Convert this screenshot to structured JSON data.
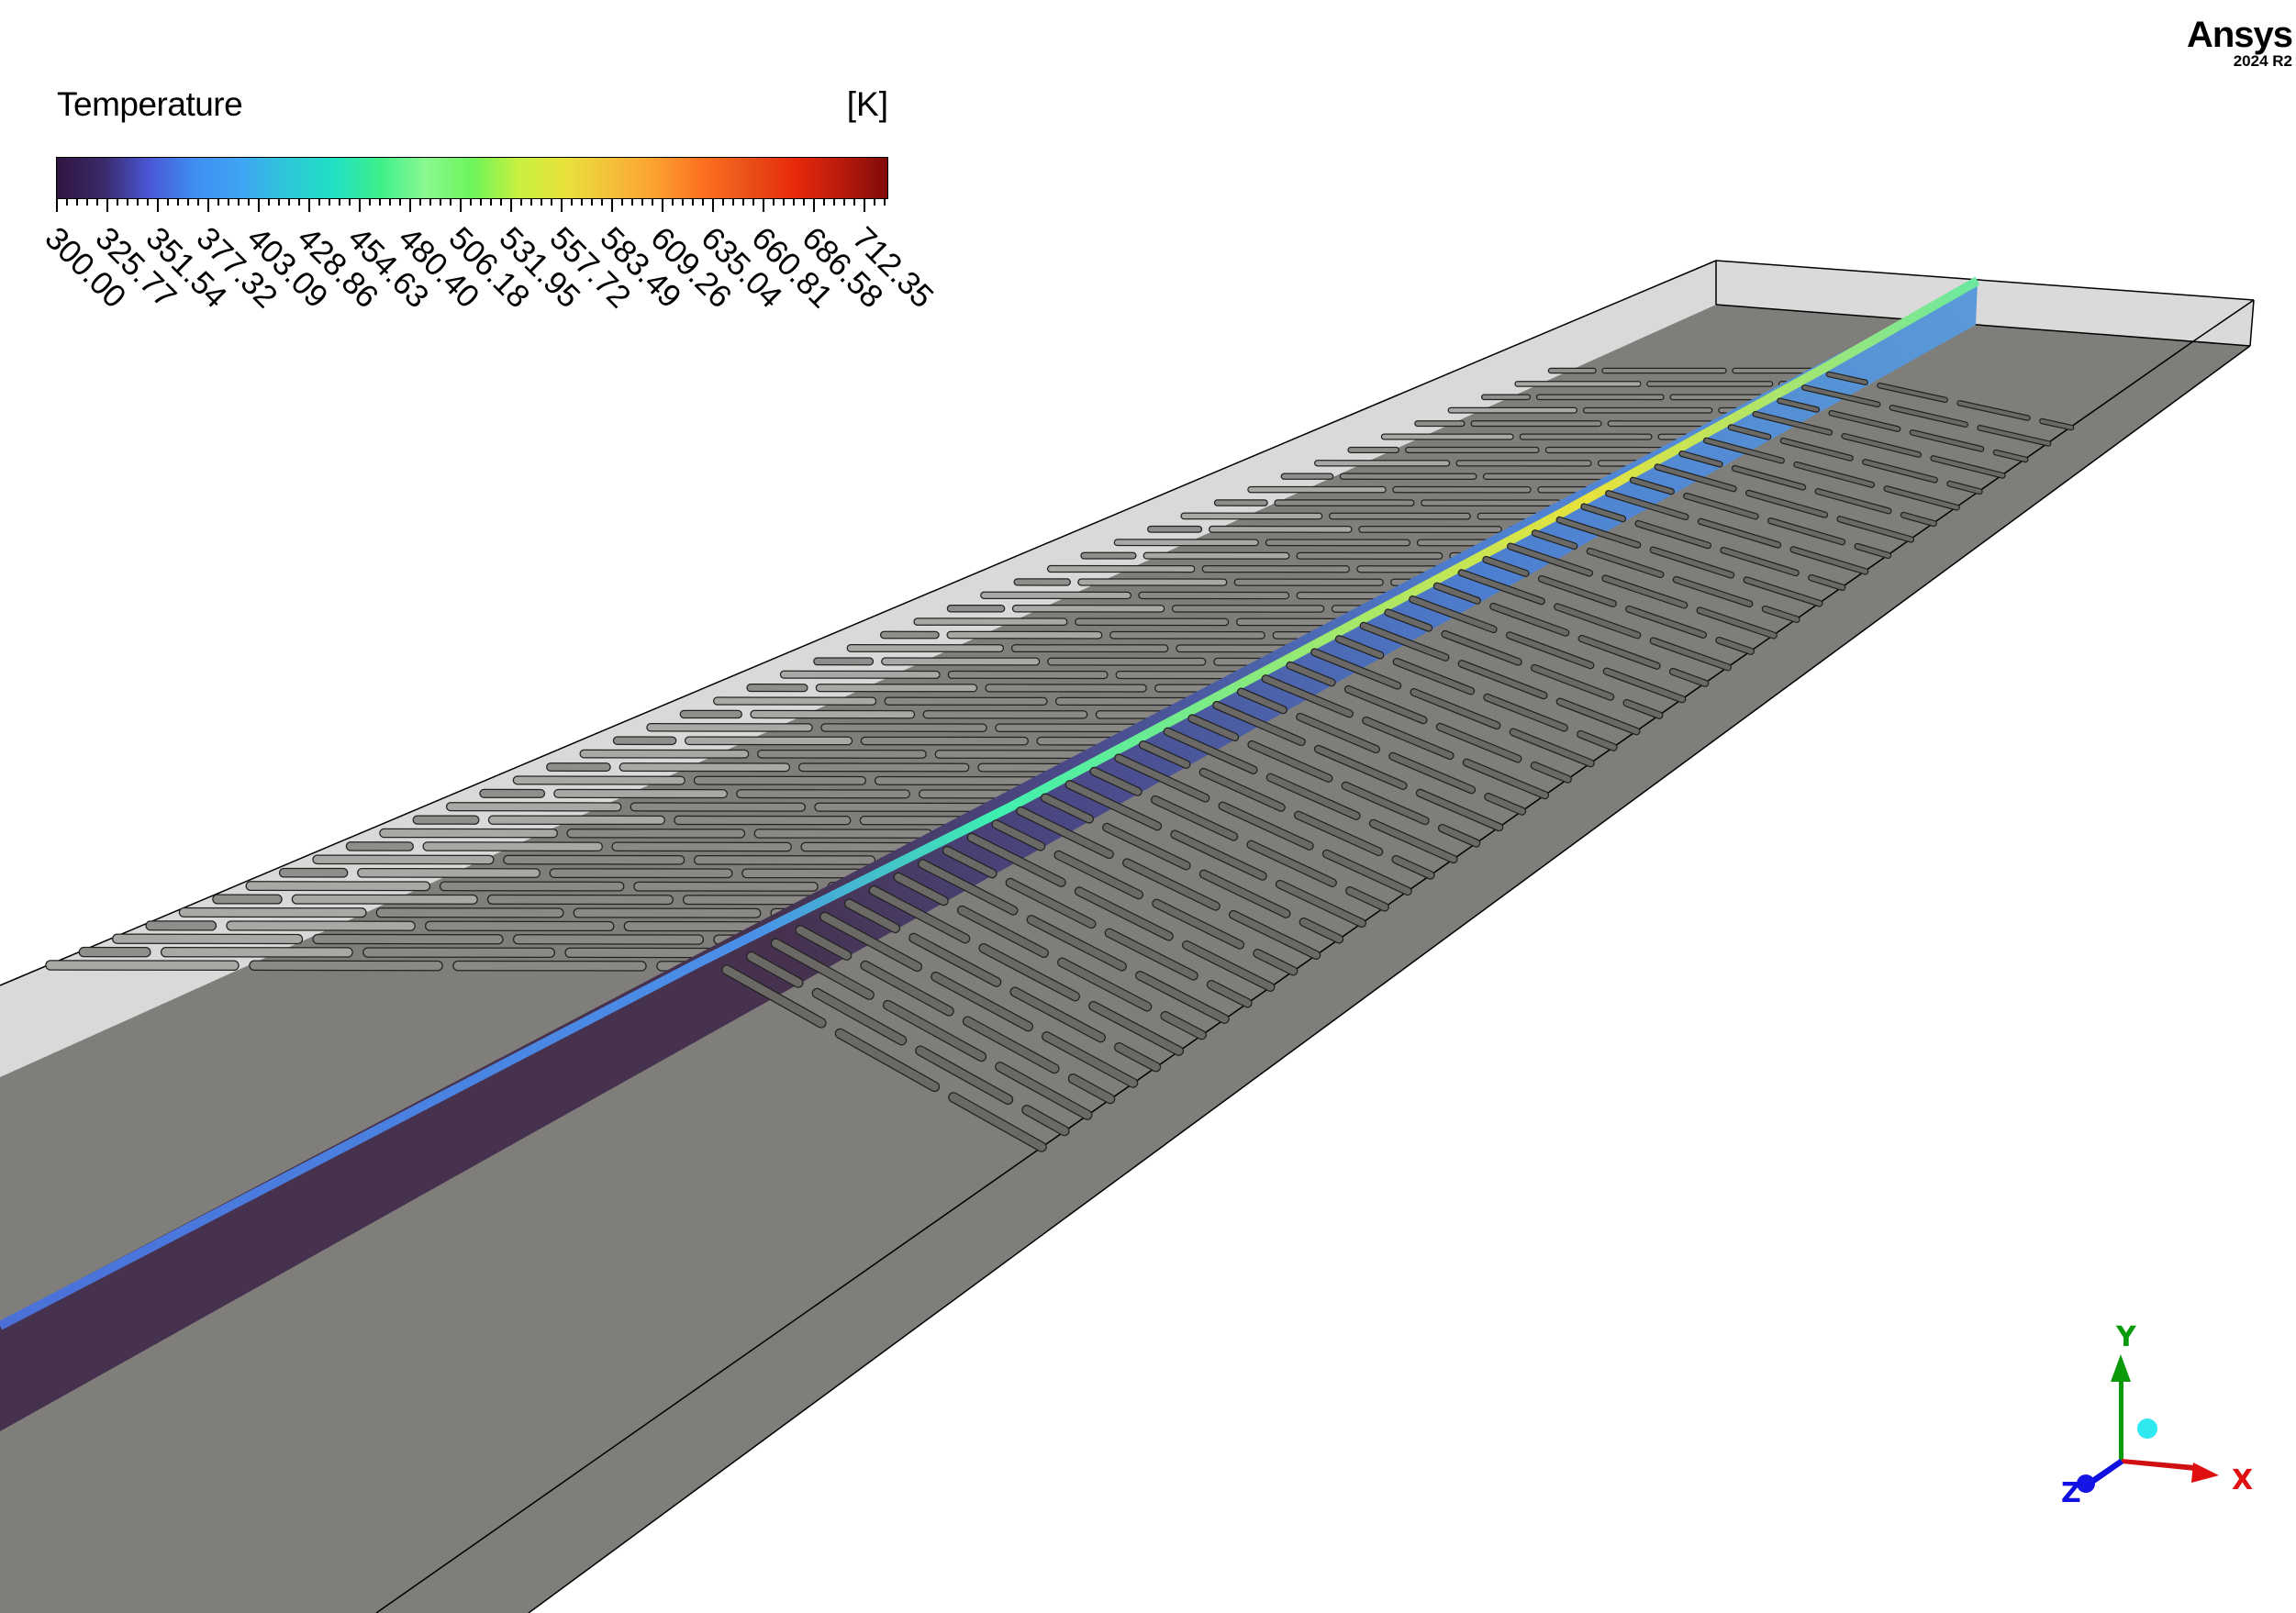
{
  "viewer": {
    "product": "Ansys",
    "version": "2024 R2"
  },
  "legend": {
    "title": "Temperature",
    "unit": "[K]",
    "colormap": [
      "#2f1540",
      "#3a2a6a",
      "#4a56d6",
      "#3f8ff0",
      "#3fa5f5",
      "#2ec7d8",
      "#1fe0c4",
      "#3ef08a",
      "#8af890",
      "#6cf55a",
      "#c8f040",
      "#e8e23c",
      "#f5c03a",
      "#fca030",
      "#fc7020",
      "#e85018",
      "#e82a0a",
      "#b81a0a",
      "#800a0a"
    ],
    "tick_labels": [
      "300.00",
      "325.77",
      "351.54",
      "377.32",
      "403.09",
      "428.86",
      "454.63",
      "480.40",
      "506.18",
      "531.95",
      "557.72",
      "583.49",
      "609.26",
      "635.04",
      "660.81",
      "686.58",
      "712.35"
    ],
    "min": 300.0,
    "max": 712.35
  },
  "triad": {
    "x_label": "X",
    "y_label": "Y",
    "z_label": "Z",
    "x_color": "#e01010",
    "y_color": "#0a9a0a",
    "z_color": "#1010e0",
    "pivot_color": "#30e8f0"
  },
  "scene": {
    "floor_color": "#7f7e7a",
    "wall_color": "#d9d9d9",
    "plume_cold_color": "#46324f",
    "plume_back_color": "#5a9ad8"
  }
}
